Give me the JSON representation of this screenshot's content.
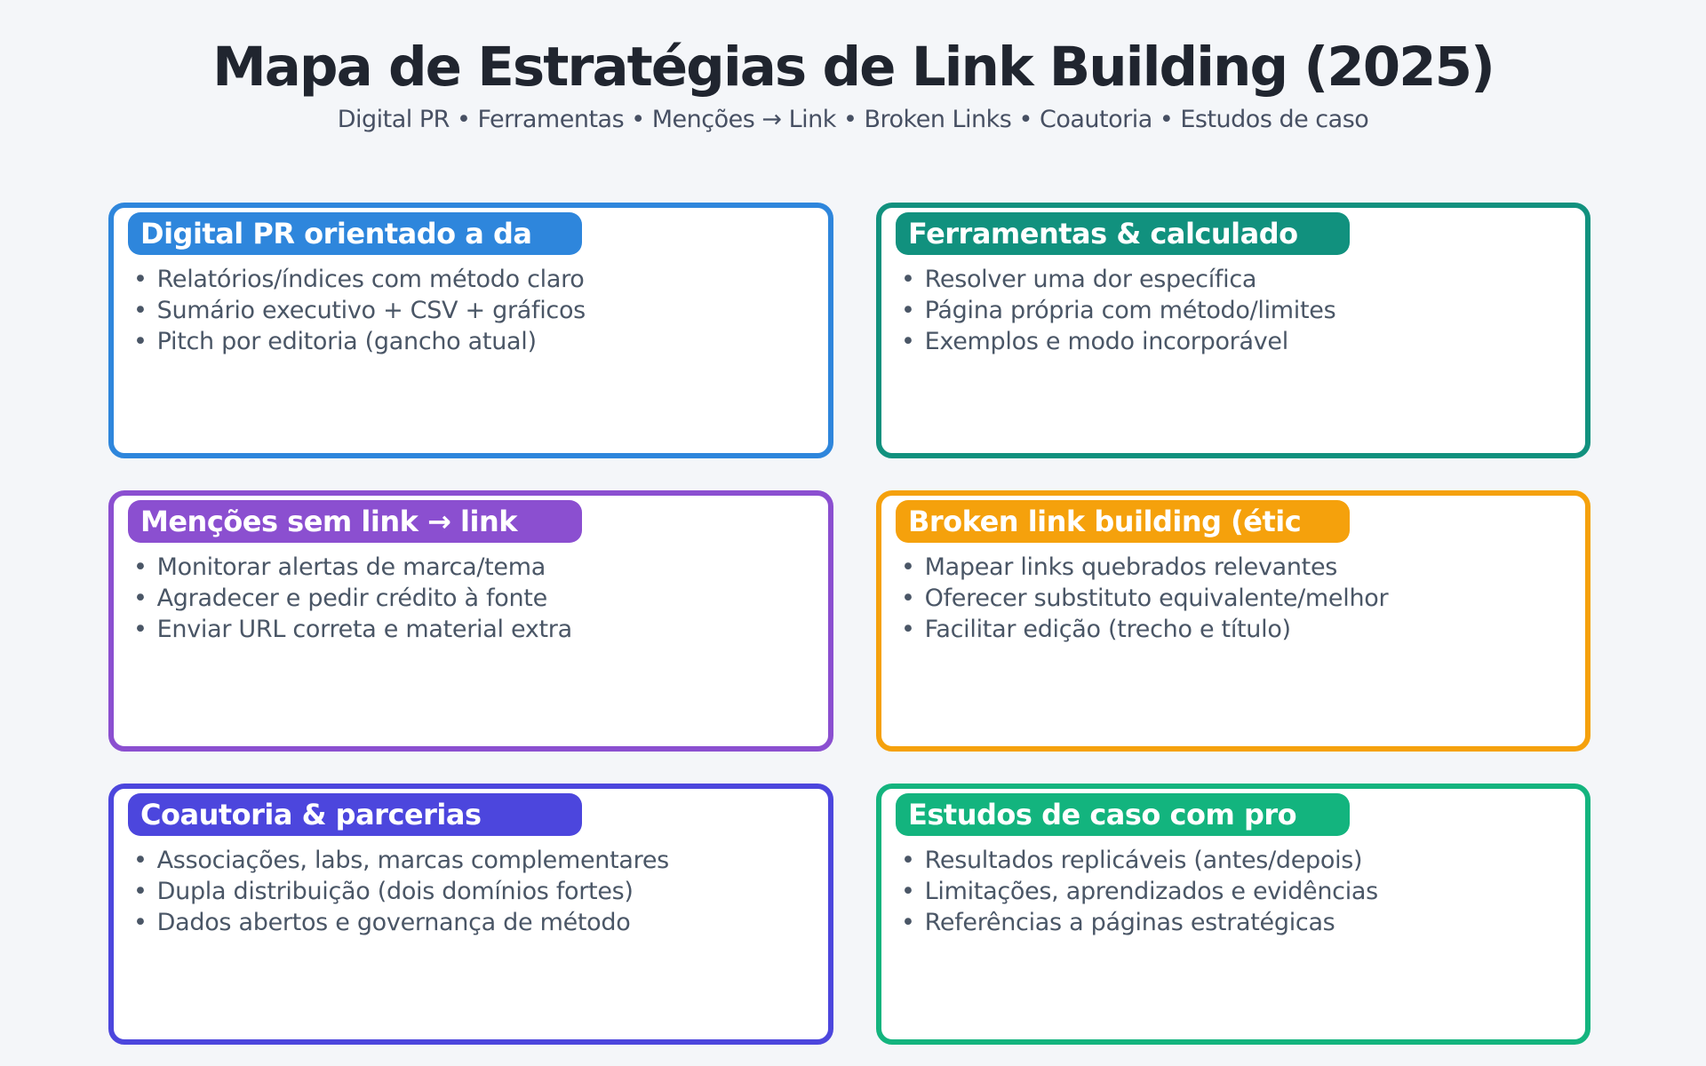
{
  "page": {
    "title": "Mapa de Estratégias de Link Building (2025)",
    "subtitle": "Digital PR • Ferramentas • Menções → Link • Broken Links • Coautoria • Estudos de caso",
    "background_color": "#f4f6f9",
    "title_color": "#20252f",
    "body_text_color": "#4a5666"
  },
  "boxes": [
    {
      "title": "Digital PR orientado a da",
      "color": "#2e86dc",
      "bullets": [
        "Relatórios/índices com método claro",
        "Sumário executivo + CSV + gráficos",
        "Pitch por editoria (gancho atual)"
      ]
    },
    {
      "title": "Ferramentas & calculado",
      "color": "#11917e",
      "bullets": [
        "Resolver uma dor específica",
        "Página própria com método/limites",
        "Exemplos e modo incorporável"
      ]
    },
    {
      "title": "Menções sem link → link",
      "color": "#8b4fd0",
      "bullets": [
        "Monitorar alertas de marca/tema",
        "Agradecer e pedir crédito à fonte",
        "Enviar URL correta e material extra"
      ]
    },
    {
      "title": "Broken link building (étic",
      "color": "#f5a10c",
      "bullets": [
        "Mapear links quebrados relevantes",
        "Oferecer substituto equivalente/melhor",
        "Facilitar edição (trecho e título)"
      ]
    },
    {
      "title": "Coautoria & parcerias",
      "color": "#4c46dd",
      "bullets": [
        "Associações, labs, marcas complementares",
        "Dupla distribuição (dois domínios fortes)",
        "Dados abertos e governança de método"
      ]
    },
    {
      "title": "Estudos de caso com pro",
      "color": "#13b47e",
      "bullets": [
        "Resultados replicáveis (antes/depois)",
        "Limitações, aprendizados e evidências",
        "Referências a páginas estratégicas"
      ]
    }
  ]
}
